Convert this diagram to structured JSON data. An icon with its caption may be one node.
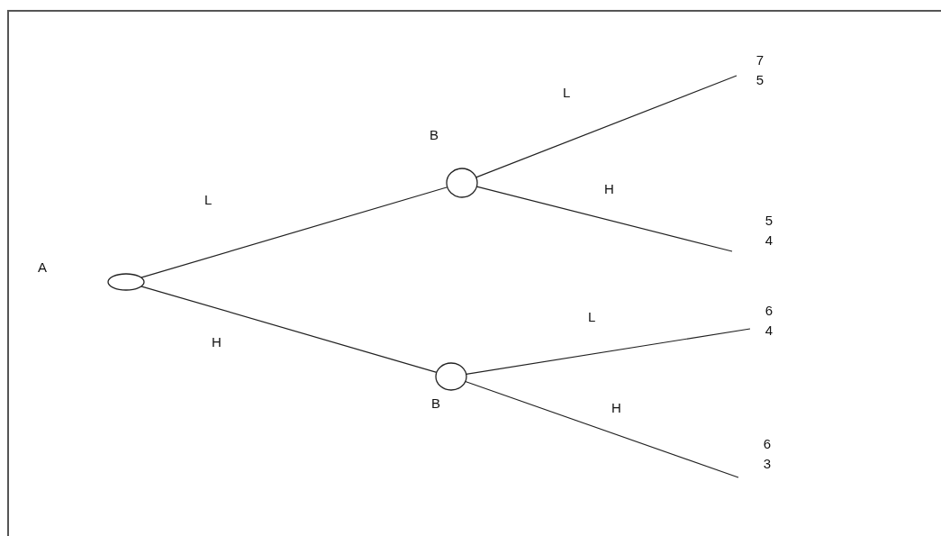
{
  "diagram": {
    "nodes": [
      {
        "text": [],
        "shape": "circle"
      },
      {
        "text": [],
        "shape": "circle",
        "beside": [
          "B"
        ]
      },
      {
        "text": [],
        "shape": "circle",
        "beside": [
          "B"
        ]
      },
      {
        "text": [
          "7",
          "5"
        ]
      },
      {
        "text": [
          "5",
          "4"
        ]
      },
      {
        "text": [
          "6",
          "4"
        ]
      },
      {
        "text": [
          "6",
          "3"
        ]
      }
    ],
    "edges": [
      {
        "from": 0,
        "to": 1,
        "arrow": "none",
        "label": "L"
      },
      {
        "from": 0,
        "to": 2,
        "arrow": "none",
        "label": "H"
      },
      {
        "from": 1,
        "to": 3,
        "arrow": "none",
        "label": "L"
      },
      {
        "from": 1,
        "to": 4,
        "arrow": "none",
        "label": "H"
      },
      {
        "from": 2,
        "to": 5,
        "arrow": "none",
        "label": "L"
      },
      {
        "from": 2,
        "to": 6,
        "arrow": "none",
        "label": "H"
      }
    ],
    "labels": [
      "A"
    ]
  }
}
